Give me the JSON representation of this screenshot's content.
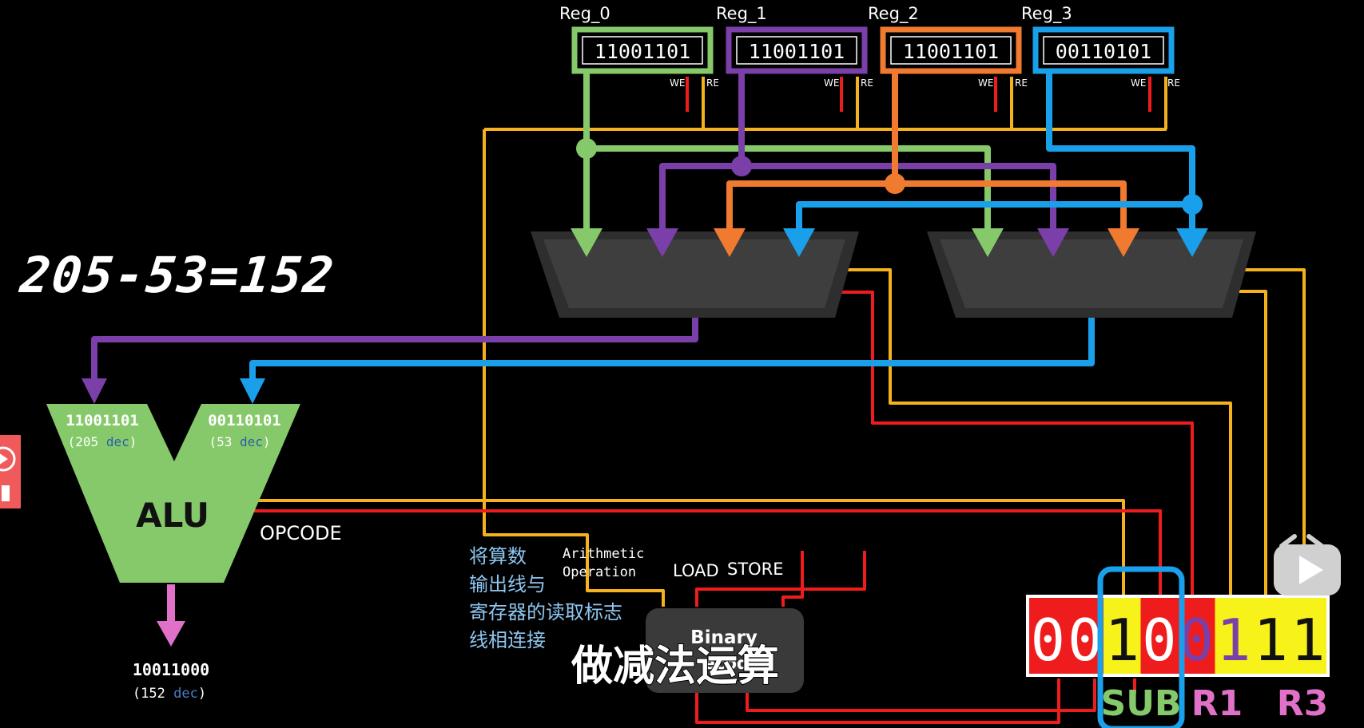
{
  "equation": "205-53=152",
  "registers": [
    {
      "name": "Reg_0",
      "value": "11001101",
      "color": "#86c96a",
      "we": "WE",
      "re": "RE"
    },
    {
      "name": "Reg_1",
      "value": "11001101",
      "color": "#7a3fa8",
      "we": "WE",
      "re": "RE"
    },
    {
      "name": "Reg_2",
      "value": "11001101",
      "color": "#f07a30",
      "we": "WE",
      "re": "RE"
    },
    {
      "name": "Reg_3",
      "value": "00110101",
      "color": "#1aa0ea",
      "we": "WE",
      "re": "RE"
    }
  ],
  "alu": {
    "label": "ALU",
    "input_a": "11001101",
    "input_a_dec_num": "(205",
    "input_b": "00110101",
    "input_b_dec_num": "(53",
    "dec_word": "dec",
    "dec_close": ")",
    "opcode_label": "OPCODE",
    "output": "10011000",
    "output_dec_num": "(152"
  },
  "labels": {
    "arithmetic_line1": "Arithmetic",
    "arithmetic_line2": "Operation",
    "load": "LOAD",
    "store": "STORE",
    "binary": "Binary",
    "binary_line2": "ecode"
  },
  "instruction": {
    "bits": [
      "0",
      "0",
      "1",
      "0",
      "0",
      "1",
      "1",
      "1"
    ],
    "bit_backgrounds": [
      "red",
      "red",
      "yellow",
      "red",
      "red",
      "yellow",
      "yellow",
      "yellow"
    ],
    "field_labels": [
      "SUB",
      "R1",
      "R3"
    ]
  },
  "annotation_lines": [
    "将算数",
    "输出线与",
    "寄存器的读取标志",
    "线相连接"
  ],
  "subtitle": "做减法运算",
  "colors": {
    "yellow_wire": "#f5b21c",
    "red_wire": "#ee1c1c",
    "mux_body": "#3a3a3a",
    "highlight_box": "#1aa0ea",
    "pink_output": "#e070c8",
    "dec_blue": "#4a7fc7"
  },
  "icons": [
    "play-logo-icon",
    "tv-play-icon"
  ]
}
